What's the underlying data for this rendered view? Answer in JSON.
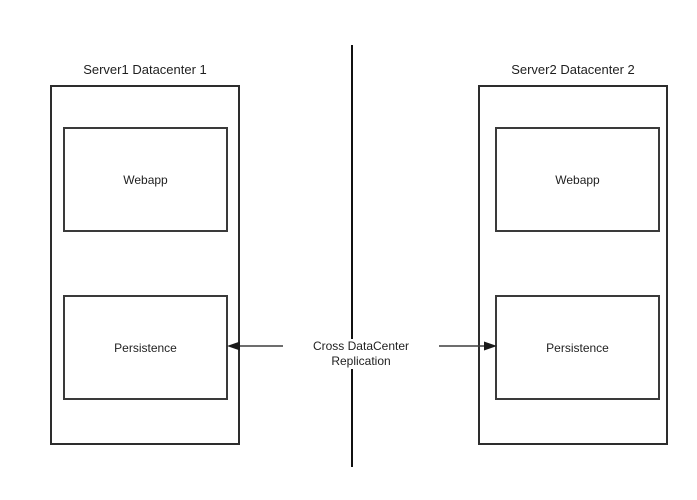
{
  "diagram": {
    "left_server": {
      "title": "Server1 Datacenter 1",
      "components": {
        "webapp": "Webapp",
        "persistence": "Persistence"
      }
    },
    "right_server": {
      "title": "Server2 Datacenter 2",
      "components": {
        "webapp": "Webapp",
        "persistence": "Persistence"
      }
    },
    "connector": {
      "label": "Cross DataCenter Replication",
      "arrow_style": "double-headed"
    },
    "colors": {
      "background": "#ffffff",
      "box_border": "#2d2d2d",
      "inner_box_border": "#3a3a3a",
      "text": "#1f1f1f",
      "line": "#3d3d3d"
    }
  }
}
